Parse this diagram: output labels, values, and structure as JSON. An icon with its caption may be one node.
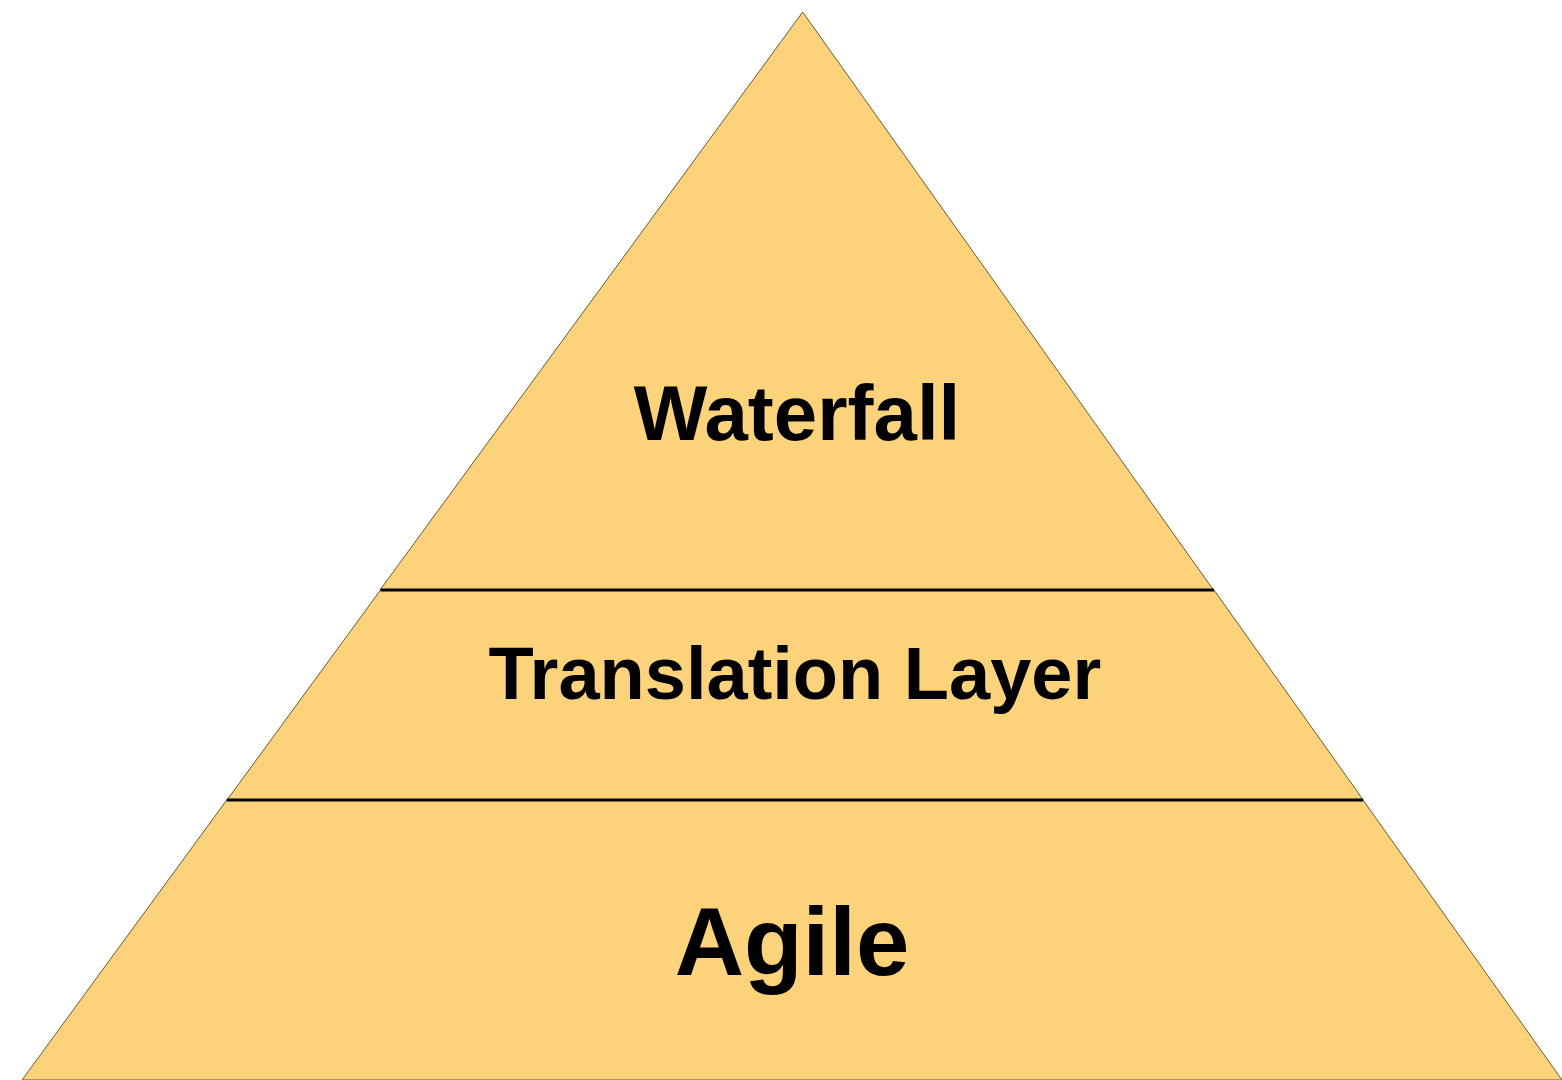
{
  "diagram": {
    "nodes": [
      {
        "text": [
          "Waterfall"
        ]
      },
      {
        "text": [
          "Translation Layer"
        ]
      },
      {
        "text": [
          "Agile"
        ]
      }
    ]
  }
}
